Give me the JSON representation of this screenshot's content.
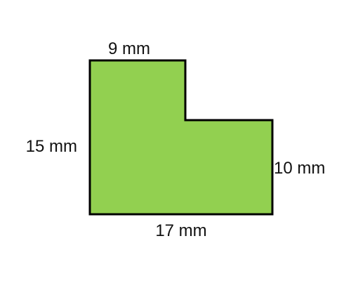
{
  "diagram": {
    "shape": "L-shaped polygon",
    "fill_color": "#92d050",
    "stroke_color": "#000000",
    "labels": {
      "top": "9 mm",
      "left": "15 mm",
      "right": "10 mm",
      "bottom": "17 mm"
    }
  }
}
